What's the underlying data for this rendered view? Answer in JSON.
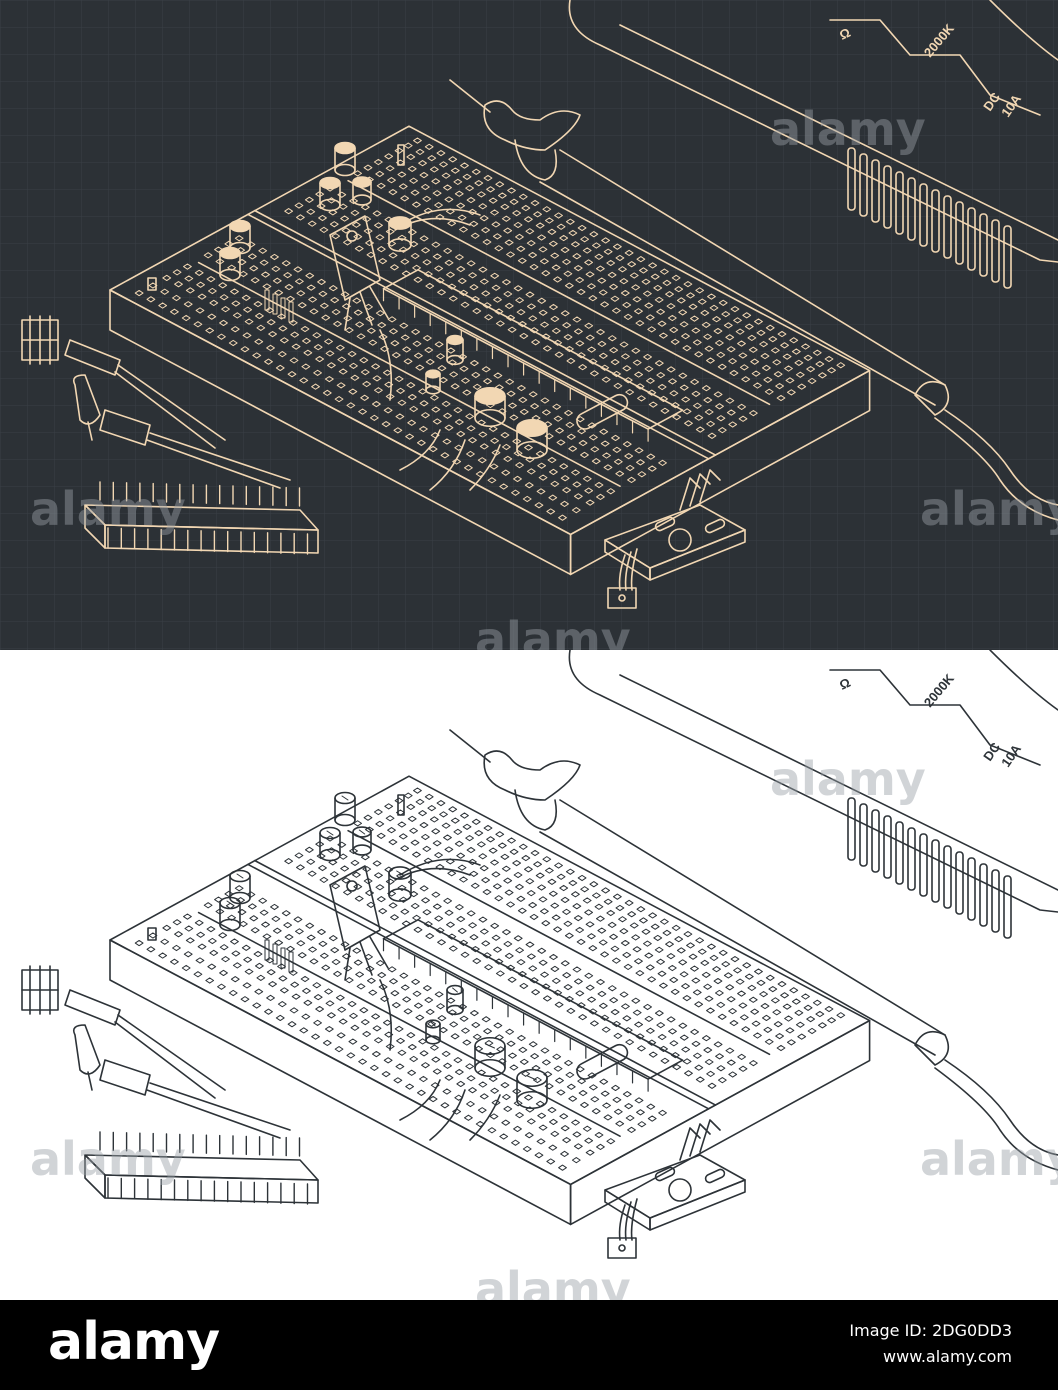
{
  "colors": {
    "blueprint_bg": "#2c3136",
    "blueprint_grid": "#3a4046",
    "blueprint_line": "#f2d7b3",
    "blueprint_fill": "#f2d7b3",
    "line_art_bg": "#ffffff",
    "line_art_line": "#2d3338",
    "footer_bg": "#000000",
    "footer_text": "#ffffff"
  },
  "multimeter_dial": {
    "ohm_symbol": "Ω",
    "range_2000k": "2000K",
    "dc_label": "DC",
    "amp_label": "10A"
  },
  "watermark": {
    "text": "alamy"
  },
  "footer": {
    "brand": "alamy",
    "image_id_line": "Image ID: 2DG0DD3",
    "url_line": "www.alamy.com"
  },
  "icons": {
    "breadboard": "breadboard-drawing-icon",
    "probe": "multimeter-probe-icon",
    "pin_header": "pin-header-icon",
    "capacitor": "capacitor-icon",
    "module": "sensor-module-icon"
  }
}
